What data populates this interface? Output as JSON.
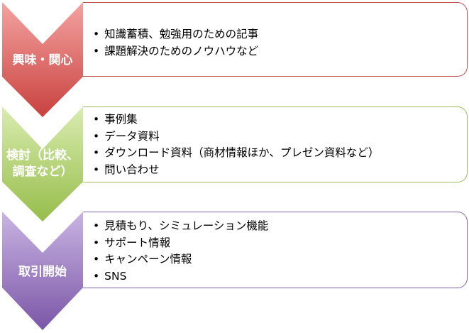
{
  "stages": [
    {
      "label": "興味・関心",
      "color": "#c0504d",
      "items": [
        "知識蓄積、勉強用のための記事",
        "課題解決のためのノウハウなど"
      ]
    },
    {
      "label": "検討（比較、調査など）",
      "label_lines": [
        "検討（比較、",
        "調査など）"
      ],
      "color": "#9bbb59",
      "items": [
        "事例集",
        "データ資料",
        "ダウンロード資料（商材情報ほか、プレゼン資料など）",
        "問い合わせ"
      ]
    },
    {
      "label": "取引開始",
      "color": "#8064a2",
      "items": [
        "見積もり、シミュレーション機能",
        "サポート情報",
        "キャンペーン情報",
        "SNS"
      ]
    }
  ]
}
